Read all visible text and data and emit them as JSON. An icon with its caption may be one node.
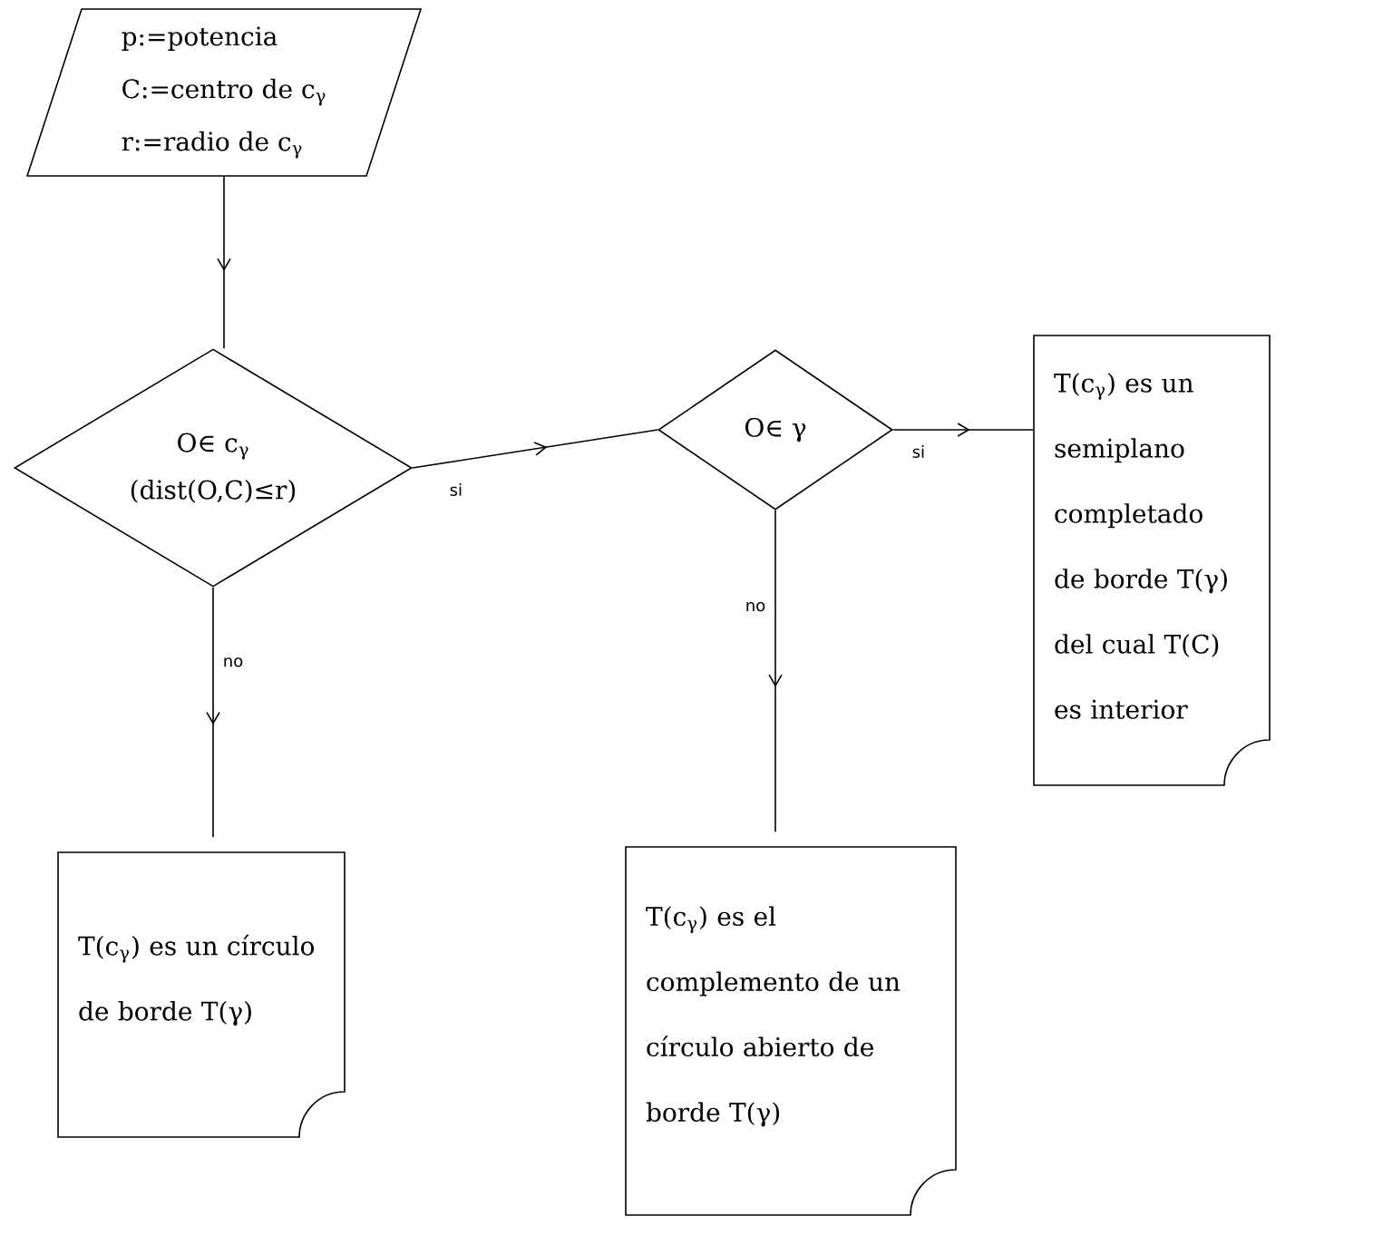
{
  "diagram": {
    "nodes": [
      {
        "text": [
          "p:=potencia",
          "C:=centro de c$_{γ}$",
          "r:=radio de c$_{γ}$"
        ]
      },
      {
        "text": [
          "O∈ c$_{γ}$",
          "(dist(O,C)≤r)"
        ]
      },
      {
        "text": [
          "O∈ γ"
        ]
      },
      {
        "text": [
          "T(c$_{γ}$) es un semiplano completado de borde T(γ) del cual T(C) es interior"
        ]
      },
      {
        "text": [
          "T(c$_{γ}$) es un círculo de borde T(γ)"
        ]
      },
      {
        "text": [
          "T(c$_{γ}$) es el complemento de un círculo abierto de borde T(γ)"
        ]
      }
    ],
    "edges": [
      {
        "from": 0,
        "to": 1,
        "arrow": "to"
      },
      {
        "from": 1,
        "to": 2,
        "arrow": "to",
        "label": "si"
      },
      {
        "from": 2,
        "to": 3,
        "arrow": "to",
        "label": "si"
      },
      {
        "from": 1,
        "to": 4,
        "arrow": "to",
        "label": "no"
      },
      {
        "from": 2,
        "to": 5,
        "arrow": "to",
        "label": "no"
      }
    ]
  }
}
